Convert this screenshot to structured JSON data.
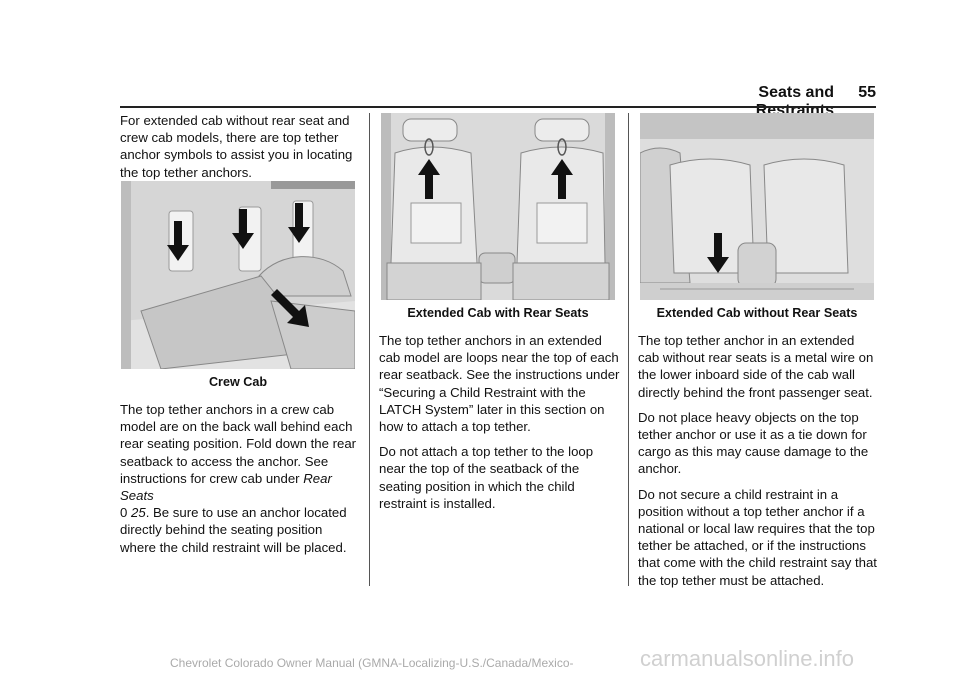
{
  "header": {
    "title": "Seats and Restraints",
    "page_number": "55"
  },
  "col1": {
    "intro": "For extended cab without rear seat and crew cab models, there are top tether anchor symbols to assist you in locating the top tether anchors.",
    "figure_caption": "Crew Cab",
    "body_before_ref": "The top tether anchors in a crew cab model are on the back wall behind each rear seating position. Fold down the rear seatback to access the anchor. See instructions for crew cab under ",
    "ref_title": "Rear Seats",
    "ref_symbol": "0",
    "ref_page": "25",
    "body_after_ref": ". Be sure to use an anchor located directly behind the seating position where the child restraint will be placed."
  },
  "col2": {
    "figure_caption": "Extended Cab with Rear Seats",
    "para1": "The top tether anchors in an extended cab model are loops near the top of each rear seatback. See the instructions under “Securing a Child Restraint with the LATCH System” later in this section on how to attach a top tether.",
    "para2": "Do not attach a top tether to the loop near the top of the seatback of the seating position in which the child restraint is installed."
  },
  "col3": {
    "figure_caption": "Extended Cab without Rear Seats",
    "para1": "The top tether anchor in an extended cab without rear seats is a metal wire on the lower inboard side of the cab wall directly behind the front passenger seat.",
    "para2": "Do not place heavy objects on the top tether anchor or use it as a tie down for cargo as this may cause damage to the anchor.",
    "para3": "Do not secure a child restraint in a position without a top tether anchor if a national or local law requires that the top tether be attached, or if the instructions that come with the child restraint say that the top tether must be attached."
  },
  "footer": {
    "left": "Chevrolet Colorado Owner Manual (GMNA-Localizing-U.S./Canada/Mexico-",
    "url": "carmanualsonline.info"
  }
}
